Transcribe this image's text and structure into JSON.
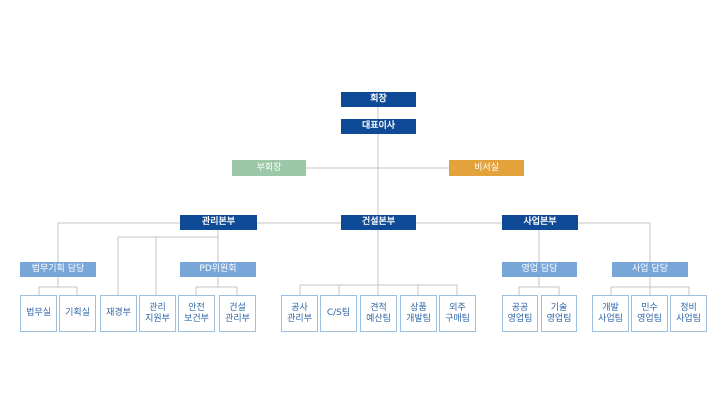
{
  "chairman": "회장",
  "ceo": "대표이사",
  "vice_chairman": "부회장",
  "secretary": "비서실",
  "divisions": {
    "management": "관리본부",
    "construction": "건설본부",
    "business": "사업본부"
  },
  "groups": {
    "legal_planning": "법무기획 담당",
    "pd_committee": "PD위원회",
    "sales": "영업 담당",
    "business": "사업 담당"
  },
  "teams": {
    "legal": "법무실",
    "planning": "기획실",
    "finance": "재경부",
    "admin_support": "관리\n지원부",
    "safety_health": "안전\n보건부",
    "construction_mgmt": "건설\n관리부",
    "works_mgmt": "공사\n관리부",
    "cs": "C/S팀",
    "estimate": "견적\n예산팀",
    "product_dev": "상품\n개발팀",
    "outsourcing": "외주\n구매팀",
    "public_sales": "공공\n영업팀",
    "tech_sales": "기술\n영업팀",
    "dev_business": "개발\n사업팀",
    "private_sales": "민수\n영업팀",
    "maintenance_business": "정비\n사업팀"
  }
}
